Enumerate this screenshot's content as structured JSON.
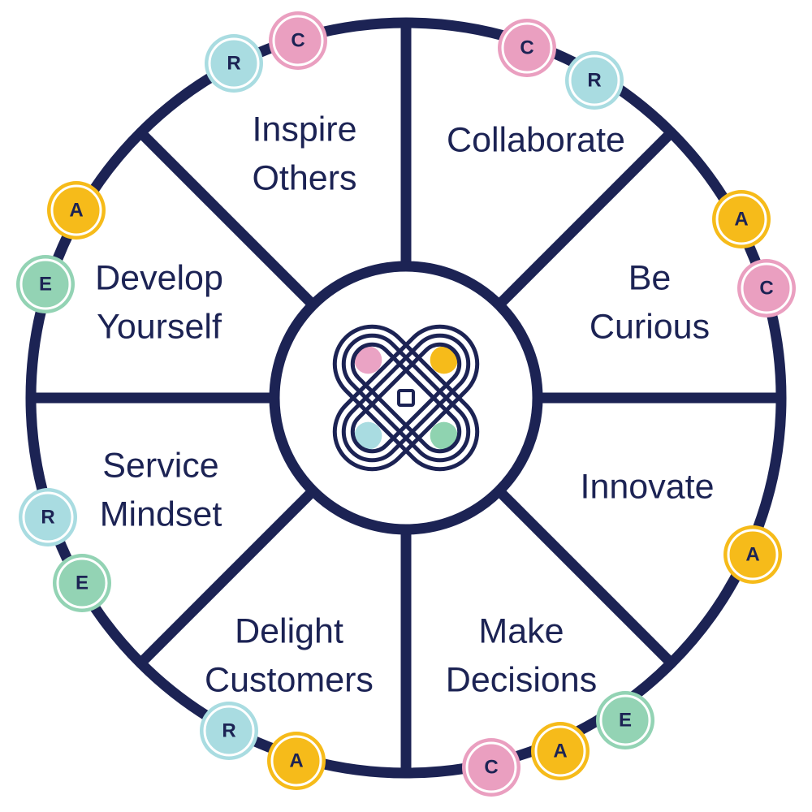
{
  "colors": {
    "navy": "#1c2354",
    "ring_bg": "#ffffff",
    "badge_C": "#ea9fc0",
    "badge_R": "#a9dce1",
    "badge_A": "#f6bb1a",
    "badge_E": "#93d3b4",
    "logo_pink": "#eaa3c4",
    "logo_yellow": "#f6bb1a",
    "logo_teal": "#a9dce1",
    "logo_green": "#8fd3b0"
  },
  "center_logo": {
    "icon": "interlocking-loops-logo-icon"
  },
  "segments": [
    {
      "id": "inspire-others",
      "lines": [
        "Inspire",
        "Others"
      ]
    },
    {
      "id": "collaborate",
      "lines": [
        "Collaborate"
      ]
    },
    {
      "id": "be-curious",
      "lines": [
        "Be",
        "Curious"
      ]
    },
    {
      "id": "innovate",
      "lines": [
        "Innovate"
      ]
    },
    {
      "id": "make-decisions",
      "lines": [
        "Make",
        "Decisions"
      ]
    },
    {
      "id": "delight-customers",
      "lines": [
        "Delight",
        "Customers"
      ]
    },
    {
      "id": "service-mindset",
      "lines": [
        "Service",
        "Mindset"
      ]
    },
    {
      "id": "develop-yourself",
      "lines": [
        "Develop",
        "Yourself"
      ]
    }
  ],
  "badges": [
    {
      "letter": "R",
      "color_key": "badge_R"
    },
    {
      "letter": "C",
      "color_key": "badge_C"
    },
    {
      "letter": "C",
      "color_key": "badge_C"
    },
    {
      "letter": "R",
      "color_key": "badge_R"
    },
    {
      "letter": "A",
      "color_key": "badge_A"
    },
    {
      "letter": "C",
      "color_key": "badge_C"
    },
    {
      "letter": "A",
      "color_key": "badge_A"
    },
    {
      "letter": "E",
      "color_key": "badge_E"
    },
    {
      "letter": "A",
      "color_key": "badge_A"
    },
    {
      "letter": "C",
      "color_key": "badge_C"
    },
    {
      "letter": "A",
      "color_key": "badge_A"
    },
    {
      "letter": "R",
      "color_key": "badge_R"
    },
    {
      "letter": "E",
      "color_key": "badge_E"
    },
    {
      "letter": "R",
      "color_key": "badge_R"
    },
    {
      "letter": "A",
      "color_key": "badge_A"
    },
    {
      "letter": "E",
      "color_key": "badge_E"
    }
  ]
}
